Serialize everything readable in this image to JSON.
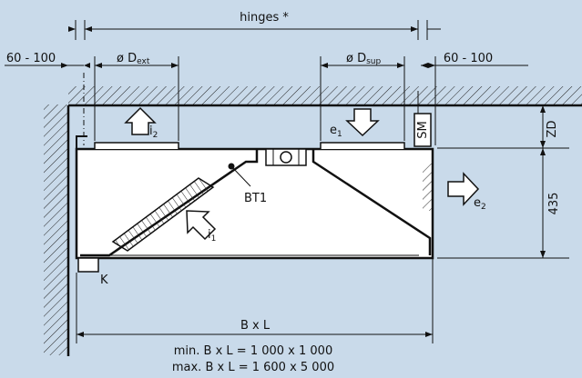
{
  "colors": {
    "background": "#c9daea",
    "line": "#111111",
    "unit_fill": "#ffffff"
  },
  "dimensions": {
    "hinges": "hinges *",
    "left_clearance": "60 - 100",
    "right_clearance": "60 - 100",
    "d_ext": {
      "prefix": "ø D",
      "sub": "ext"
    },
    "d_sup": {
      "prefix": "ø D",
      "sub": "sup"
    },
    "zd": "ZD",
    "height": "435",
    "bxl": "B x L",
    "min": "min. B x L = 1 000 x 1 000",
    "max": "max. B x L = 1 600 x 5 000"
  },
  "labels": {
    "i2": {
      "base": "i",
      "sub": "2"
    },
    "e1": {
      "base": "e",
      "sub": "1"
    },
    "e2": {
      "base": "e",
      "sub": "2"
    },
    "i1": {
      "base": "i",
      "sub": "1"
    },
    "bt1": "BT1",
    "sm": "SM",
    "k": "K"
  }
}
